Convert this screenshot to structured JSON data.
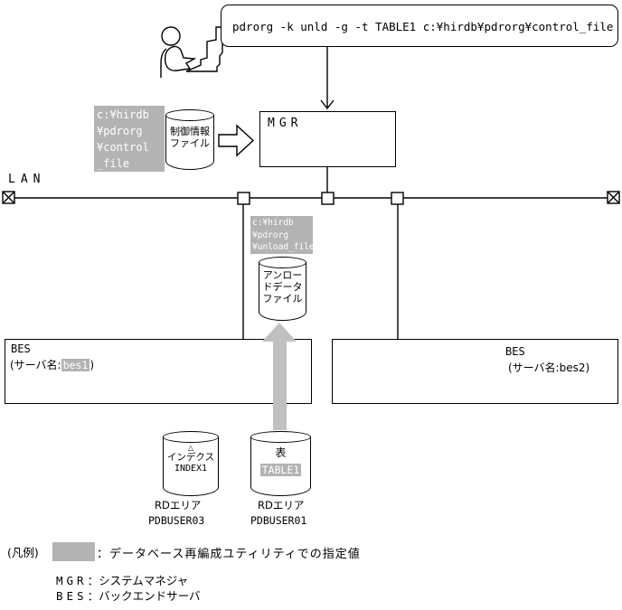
{
  "colors": {
    "highlight_gray": "#b3b3b3",
    "flow_arrow_gray": "#c0c0c0",
    "line_black": "#000000",
    "background": "#ffffff"
  },
  "command": {
    "text": "pdrorg -k unld -g -t TABLE1 c:¥hirdb¥pdrorg¥control_file"
  },
  "lan": {
    "label": "LAN"
  },
  "mgr": {
    "label": "MGR"
  },
  "control_file": {
    "path_lines": [
      "c:¥hirdb",
      "¥pdrorg",
      "¥control",
      "_file"
    ],
    "cylinder_lines": [
      "制御情報",
      "ファイル"
    ]
  },
  "unload_file": {
    "path_lines": [
      "c:¥hirdb",
      "¥pdrorg",
      "¥unload_file"
    ],
    "cylinder_lines": [
      "アンロー",
      "ドデータ",
      "ファイル"
    ]
  },
  "bes1": {
    "title": "BES",
    "name_prefix": "(サーバ名:",
    "name": "bes1",
    "name_suffix": ")"
  },
  "bes2": {
    "title": "BES",
    "name_text": "(サーバ名:bes2)"
  },
  "index_store": {
    "marker": "△",
    "type_label": "インデクス",
    "object_name": "INDEX1",
    "area_label": "RDエリア",
    "area_name": "PDBUSER03"
  },
  "table_store": {
    "type_label": "表",
    "object_name": "TABLE1",
    "area_label": "RDエリア",
    "area_name": "PDBUSER01"
  },
  "legend": {
    "title": "(凡例)",
    "swatch_desc": "：データベース再編成ユティリティでの指定値",
    "entries": [
      {
        "abbr": "MGR",
        "desc": "：システムマネジャ"
      },
      {
        "abbr": "BES",
        "desc": "：バックエンドサーバ"
      }
    ]
  }
}
